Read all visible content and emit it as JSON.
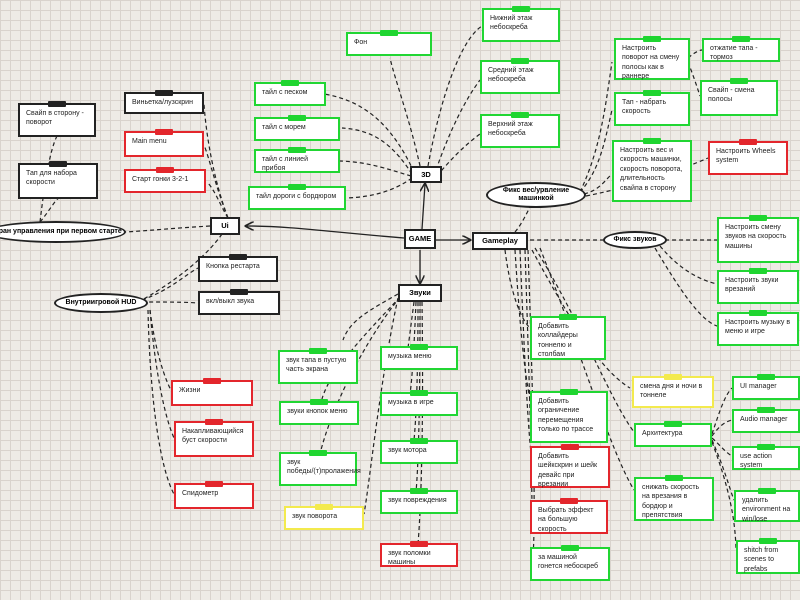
{
  "hubs": {
    "game": "GAME",
    "ui": "Ui",
    "gameplay": "Gameplay",
    "sounds": "Звуки",
    "three_d": "3D"
  },
  "ovals": {
    "control_screen": "Экран управления при первом старте",
    "ingame_hud": "Внутриигровой HUD",
    "physics": "Фикс вес/урвление машинкой",
    "sound_fix": "Фикс звуков"
  },
  "ui_nodes": {
    "swipe": "Свайп в сторону - поворот",
    "tap": "Тап для набора скорости",
    "vignette": "Виньетка/лузскрин",
    "main_menu": "Main menu",
    "start": "Старт гонки 3-2-1",
    "restart": "Кнопка рестарта",
    "sound_toggle": "вкл/выкл звука",
    "lives": "Жизни",
    "boost": "Накапливающийся буст скорости",
    "speedometer": "Спидометр"
  },
  "three_d_nodes": {
    "bg": "Фон",
    "lower": "Нижний этаж небоскреба",
    "middle": "Средний этаж небоскреба",
    "upper": "Верхний этаж небоскреба",
    "sand": "тайл с песком",
    "sea": "тайл с морем",
    "surf": "тайл с линией прибоя",
    "road": "тайл дороги с бордюром"
  },
  "sound_nodes": {
    "tap_sound": "звук тапа в пустую часть экрана",
    "menu_buttons": "звуки кнопок меню",
    "win_lose": "звук победы/(т)пролажения",
    "turn": "звук поворота",
    "menu_music": "музыка меню",
    "game_music": "музыка в игре",
    "engine": "звук мотора",
    "damage": "звук повреждения",
    "breakdown": "звук поломки машины"
  },
  "gameplay_nodes": {
    "turn_setup": "Настроить поворот на смену полосы как в раннере",
    "tap_release": "отжатие тапа - тормоз",
    "tap_speed": "Тап - набрать скорость",
    "swipe_lane": "Свайп - смена полосы",
    "weight": "Настроить вес и скорость машинки, скорость поворота, длительность свайпа в сторону",
    "wheels": "Настроить Wheels system",
    "engine_speed": "Настроить смену звуков на скорость машины",
    "crash_sounds": "Настроить звуки врезаний",
    "music_setup": "Настроить музыку в меню и игре",
    "colliders": "Добавить коллайдеры тоннелю и столбам",
    "limit": "Добавить ограничение перемещения только по трассе",
    "shake": "Добавить шейкскрин и шейк девайс при врезании",
    "effect": "Выбрать эффект на большую скорость",
    "chasing": "за машиной гонется небоскреб",
    "day_night": "смена дня и ночи в тоннеле",
    "architecture": "Архитектура",
    "slowdown": "снижать скорость на врезания в бордюр и препятствия",
    "ui_manager": "UI manager",
    "audio_manager": "Audio manager",
    "action_system": "use action system",
    "remove_env": "удалить environment на win/lose",
    "prefabs": "shitch from scenes to prefabs"
  },
  "colors": {
    "green": "#21d633",
    "red": "#e3262c",
    "yellow": "#f3ea4e",
    "dark": "#222222",
    "background": "#eeebe6"
  }
}
